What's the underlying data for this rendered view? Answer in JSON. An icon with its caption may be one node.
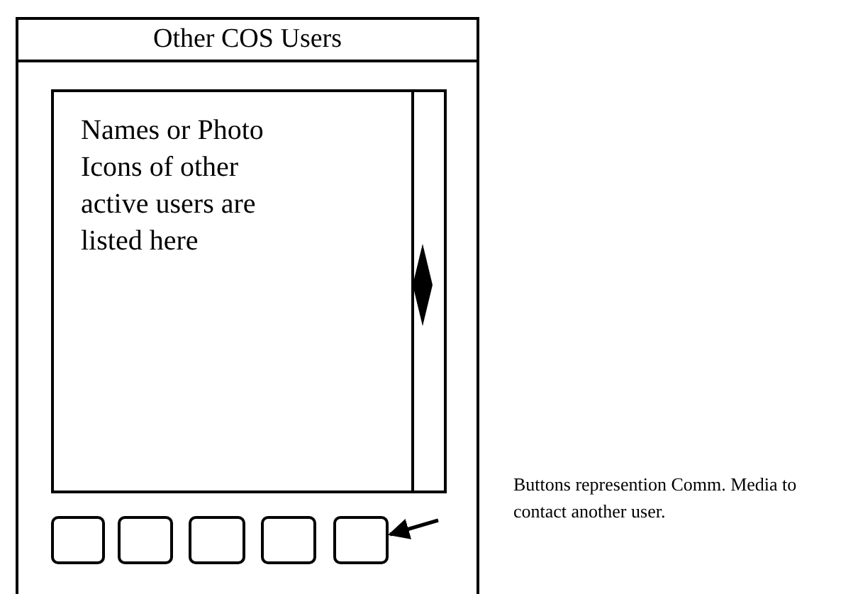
{
  "diagram": {
    "nodes": [
      {
        "text": [
          "Other COS Users"
        ]
      },
      {
        "text": [
          "Names or Photo Icons of other active users are listed here"
        ],
        "in": 0
      },
      {
        "text": [],
        "shape": "bar",
        "in": 1
      },
      {
        "text": [],
        "shape": "box",
        "in": 0
      },
      {
        "text": [],
        "shape": "box",
        "in": 0
      },
      {
        "text": [],
        "shape": "box",
        "in": 0
      },
      {
        "text": [],
        "shape": "box",
        "in": 0
      },
      {
        "text": [],
        "shape": "box",
        "in": 0
      }
    ],
    "edges": [
      {
        "from": null,
        "to": 7,
        "arrow": "to"
      }
    ],
    "labels": [
      "Buttons represention Comm. Media to contact another user."
    ]
  }
}
